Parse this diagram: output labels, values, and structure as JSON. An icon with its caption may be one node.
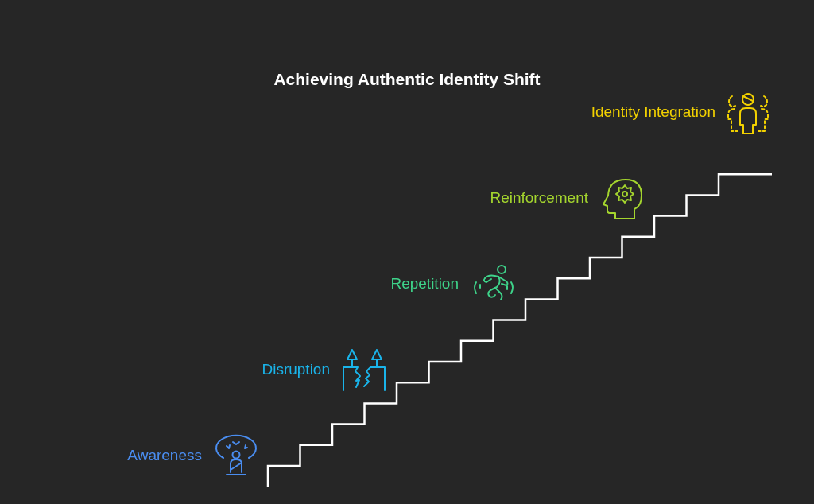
{
  "diagram": {
    "title": "Achieving Authentic Identity Shift",
    "labels": [
      "Awareness",
      "Disruption",
      "Repetition",
      "Reinforcement",
      "Identity Integration"
    ]
  }
}
